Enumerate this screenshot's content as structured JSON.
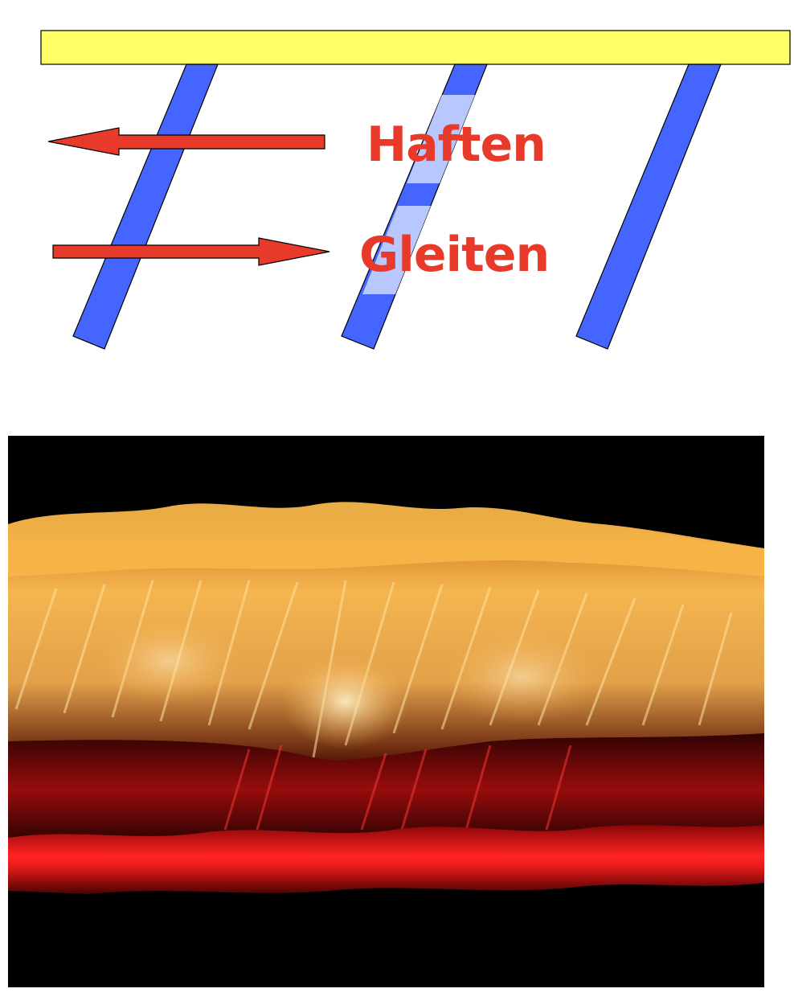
{
  "labels": {
    "haften": "Haften",
    "gleiten": "Gleiten"
  },
  "colors": {
    "top_bar": "#ffff66",
    "fiber": "#4466ff",
    "fiber_highlight": "#b8c8ff",
    "arrow_fill": "#e83a2a",
    "label_color": "#e83a2a",
    "photo_background": "#000000",
    "photo_upper_layer": "#f2b34a",
    "photo_lower_layer": "#e01818"
  },
  "arrows": [
    {
      "name": "haften-arrow",
      "direction": "left"
    },
    {
      "name": "gleiten-arrow",
      "direction": "right"
    }
  ]
}
